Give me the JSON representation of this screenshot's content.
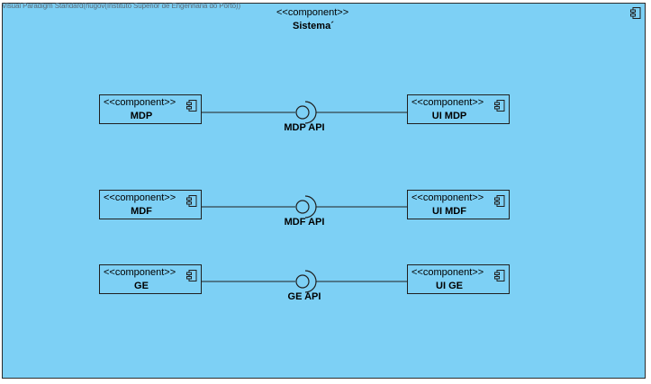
{
  "watermark": "Visual Paradigm Standard(hugov(Instituto Superior de Engenharia do Porto))",
  "system": {
    "stereotype": "<<component>>",
    "name": "Sistema´"
  },
  "rows": [
    {
      "provider": {
        "stereotype": "<<component>>",
        "name": "MDP"
      },
      "interface": "MDP API",
      "consumer": {
        "stereotype": "<<component>>",
        "name": "UI MDP"
      }
    },
    {
      "provider": {
        "stereotype": "<<component>>",
        "name": "MDF"
      },
      "interface": "MDF API",
      "consumer": {
        "stereotype": "<<component>>",
        "name": "UI MDF"
      }
    },
    {
      "provider": {
        "stereotype": "<<component>>",
        "name": "GE"
      },
      "interface": "GE API",
      "consumer": {
        "stereotype": "<<component>>",
        "name": "UI GE"
      }
    }
  ],
  "colors": {
    "fill": "#7dd0f5",
    "stroke": "#1f1f1f"
  }
}
